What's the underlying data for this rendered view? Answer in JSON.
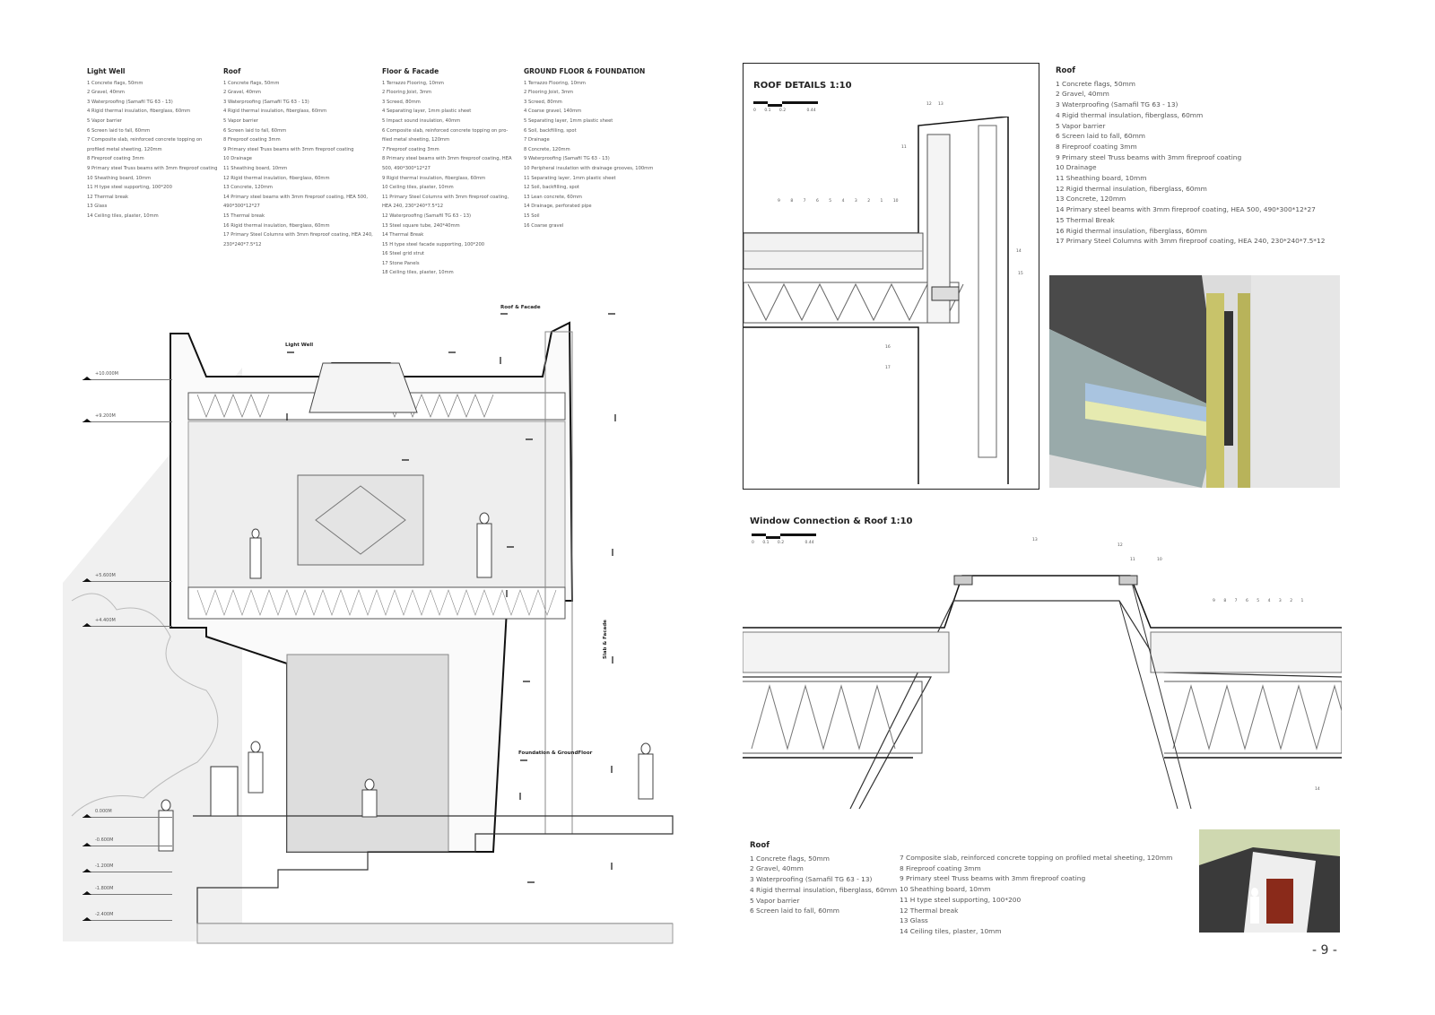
{
  "legends": {
    "light_well": {
      "title": "Light Well",
      "items": [
        "1 Concrete flags, 50mm",
        "2 Gravel, 40mm",
        "3 Waterproofing (Samafil TG 63 - 13)",
        "4 Rigid thermal insulation, fiberglass, 60mm",
        "5 Vapor barrier",
        "6 Screen laid to fall, 60mm",
        "7 Composite slab, reinforced concrete topping on",
        "profiled metal sheeting, 120mm",
        "8 Fireproof coating 3mm",
        "9 Primary steel Truss beams with 3mm fireproof coating",
        "10 Sheathing board, 10mm",
        "11 H type steel supporting, 100*200",
        "12 Thermal break",
        "13 Glass",
        "14 Ceiling tiles, plaster, 10mm"
      ]
    },
    "roof": {
      "title": "Roof",
      "items": [
        "1 Concrete flags, 50mm",
        "2 Gravel, 40mm",
        "3 Waterproofing (Samafil TG 63 - 13)",
        "4 Rigid thermal insulation, fiberglass, 60mm",
        "5 Vapor barrier",
        "6 Screen laid to fall, 60mm",
        "8 Fireproof coating 3mm",
        "9 Primary steel Truss beams with 3mm fireproof coating",
        "10 Drainage",
        "11 Sheathing board, 10mm",
        "12 Rigid thermal insulation, fiberglass, 60mm",
        "13 Concrete, 120mm",
        "14 Primary steel beams with 3mm fireproof coating, HEA 500,",
        "490*300*12*27",
        "15 Thermal break",
        "16 Rigid thermal insulation, fiberglass, 60mm",
        "17 Primary Steel Columns with 3mm fireproof coating, HEA 240,",
        "230*240*7.5*12"
      ]
    },
    "floor_facade": {
      "title": "Floor & Facade",
      "items": [
        "1 Terrazzo Flooring, 10mm",
        "2 Flooring Joist, 3mm",
        "3 Screed, 80mm",
        "4 Separating layer, 1mm plastic sheet",
        "5 Impact sound insulation, 40mm",
        "6 Composite slab, reinforced concrete topping on pro-",
        "filed metal sheeting, 120mm",
        "7 Fireproof coating 3mm",
        "8 Primary steel beams with 3mm fireproof coating, HEA",
        "500, 490*300*12*27",
        "9 Rigid thermal insulation, fiberglass, 60mm",
        "10 Ceiling tiles, plaster, 10mm",
        "11 Primary Steel Columns with 3mm fireproof coating,",
        "HEA 240, 230*240*7.5*12",
        "12 Waterproofing (Samafil TG 63 - 13)",
        "13 Steel square tube, 240*40mm",
        "14 Thermal Break",
        "15 H type steel facade supporting, 100*200",
        "16 Steel grid strut",
        "17 Stone Panels",
        "18 Ceiling tiles, plaster, 10mm"
      ]
    },
    "ground": {
      "title": "GROUND FLOOR & FOUNDATION",
      "items": [
        "1 Terrazzo Flooring, 10mm",
        "2 Flooring Joist, 3mm",
        "3 Screed, 80mm",
        "4 Coarse gravel, 140mm",
        "5 Separating layer, 1mm plastic sheet",
        "6 Soil, backfilling, spot",
        "7 Drainage",
        "8 Concrete, 120mm",
        "9 Waterproofing (Samafil TG 63 - 13)",
        "10 Peripheral insulation with drainage grooves, 100mm",
        "11 Separating layer, 1mm plastic sheet",
        "12 Soil, backfilling, spot",
        "13 Lean concrete, 60mm",
        "14 Drainage, perforated pipe",
        "15 Soil",
        "16 Coarse gravel"
      ]
    },
    "roof_details": {
      "title": "Roof",
      "items": [
        "1 Concrete flags, 50mm",
        "2 Gravel, 40mm",
        "3 Waterproofing (Samafil TG 63 - 13)",
        "4 Rigid thermal insulation, fiberglass, 60mm",
        "5 Vapor barrier",
        "6 Screen laid to fall, 60mm",
        "8 Fireproof coating 3mm",
        "9 Primary steel Truss beams with 3mm fireproof coating",
        "10 Drainage",
        "11 Sheathing board, 10mm",
        "12 Rigid thermal insulation, fiberglass, 60mm",
        "13 Concrete, 120mm",
        "14 Primary steel beams with 3mm fireproof coating, HEA 500, 490*300*12*27",
        "15 Thermal Break",
        "16 Rigid thermal insulation, fiberglass, 60mm",
        "17 Primary Steel Columns with 3mm fireproof coating, HEA 240, 230*240*7.5*12"
      ]
    },
    "window_roof_a": {
      "title": "Roof",
      "items": [
        "1 Concrete flags, 50mm",
        "2 Gravel, 40mm",
        "3 Waterproofing (Samafil TG 63 - 13)",
        "4 Rigid thermal insulation, fiberglass, 60mm",
        "5 Vapor barrier",
        "6 Screen laid to fall, 60mm"
      ]
    },
    "window_roof_b": {
      "items": [
        "7 Composite slab, reinforced concrete topping on profiled metal sheeting, 120mm",
        "8 Fireproof coating 3mm",
        "9 Primary steel Truss beams with 3mm fireproof coating",
        "10 Sheathing board, 10mm",
        "11 H type steel supporting, 100*200",
        "12 Thermal break",
        "13 Glass",
        "14 Ceiling tiles, plaster, 10mm"
      ]
    }
  },
  "section": {
    "levels": [
      "+10.000M",
      "+9.200M",
      "+5.600M",
      "+4.400M",
      "0.000M",
      "-0.600M",
      "-1.200M",
      "-1.800M",
      "-2.400M"
    ],
    "tags": {
      "light_well": "Light Well",
      "roof_facade": "Roof & Facade",
      "slab_facade": "Slab & Facade",
      "foundation": "Foundation & GroundFloor"
    }
  },
  "details": {
    "roof_title": "ROOF DETAILS 1:10",
    "window_title": "Window Connection & Roof 1:10",
    "scale_ticks": [
      "0",
      "0.1",
      "0.2",
      "0.44"
    ],
    "roof_callouts_top": [
      "9",
      "8",
      "7",
      "6",
      "5",
      "4",
      "3",
      "2",
      "1",
      "10"
    ],
    "roof_callouts_side": [
      "12",
      "13",
      "11",
      "14",
      "15",
      "16",
      "17"
    ],
    "window_callouts": [
      "13",
      "12",
      "11",
      "10",
      "9",
      "8",
      "7",
      "6",
      "5",
      "4",
      "3",
      "2",
      "1",
      "14"
    ]
  },
  "page_number": "- 9 -"
}
